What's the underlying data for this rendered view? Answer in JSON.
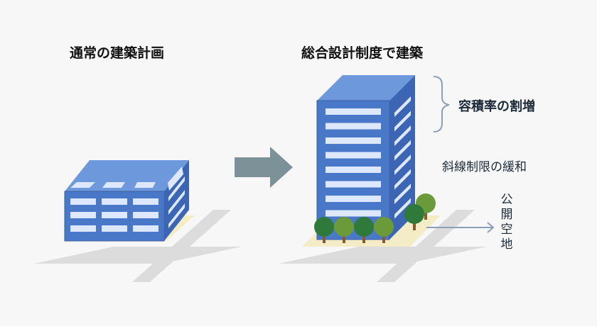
{
  "left_panel": {
    "title": "通常の建築計画"
  },
  "right_panel": {
    "title": "総合設計制度で建築",
    "label_far_bonus": "容積率の割増",
    "label_slope_relief": "斜線制限の緩和",
    "label_open_space": [
      "公",
      "開",
      "空",
      "地"
    ]
  },
  "colors": {
    "building_front": "#4a78c8",
    "building_side": "#3c66b4",
    "building_roof": "#6e98dc",
    "window": "#dde8ff",
    "ground": "#dcdcdc",
    "site": "#f4ecc6",
    "arrow": "#7d9298",
    "annotation_line": "#8aa0b8",
    "tree_dark": "#2f7a3a",
    "tree_light": "#6a9a3a"
  }
}
